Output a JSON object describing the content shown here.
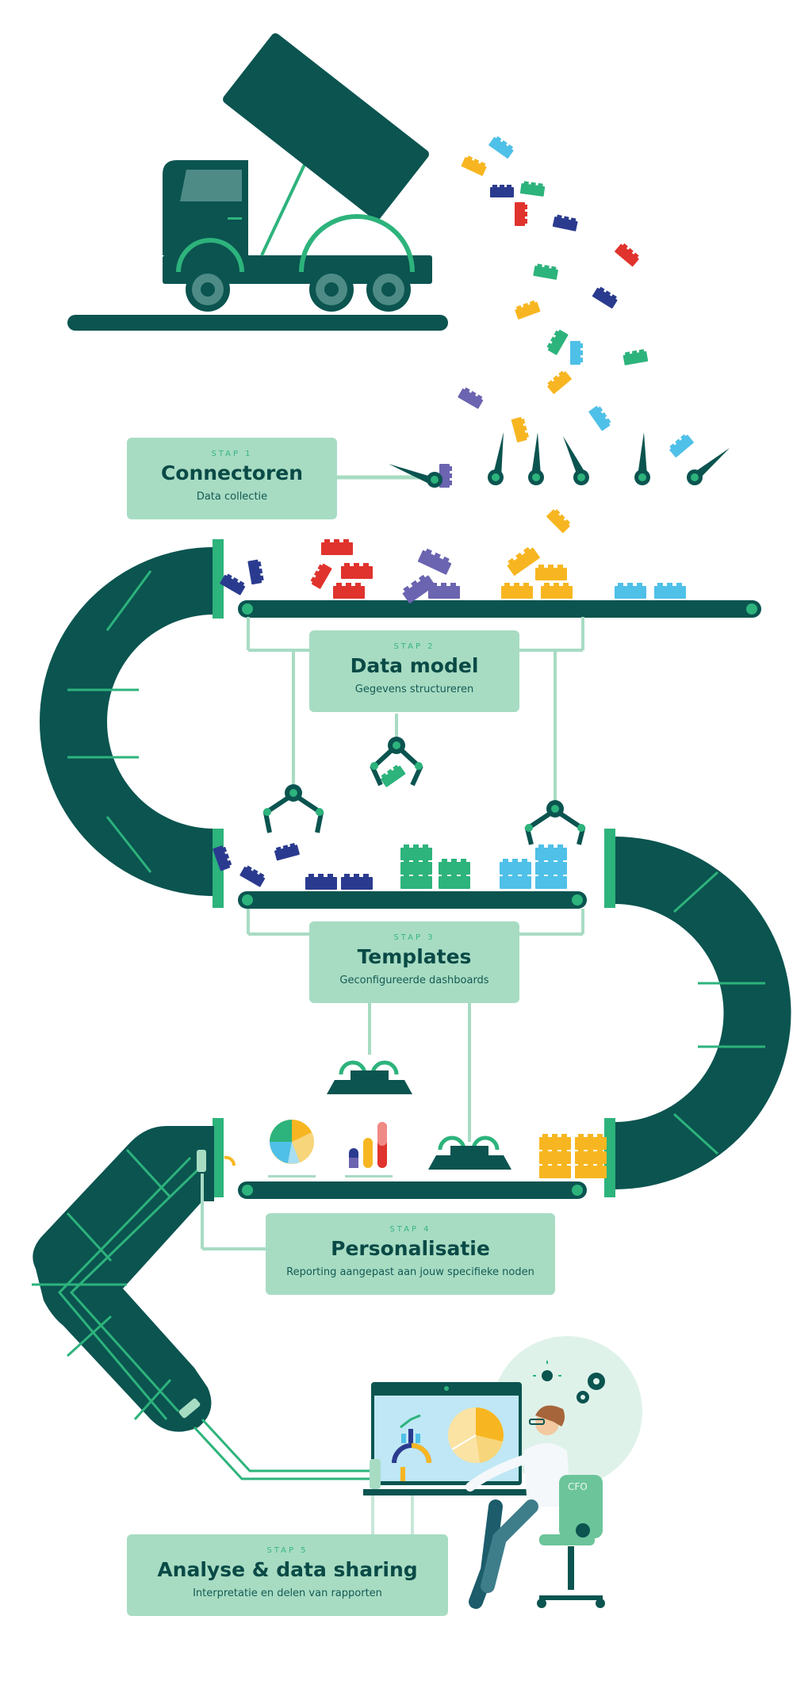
{
  "steps": [
    {
      "label": "STAP 1",
      "title": "Connectoren",
      "subtitle": "Data collectie"
    },
    {
      "label": "STAP 2",
      "title": "Data model",
      "subtitle": "Gegevens structureren"
    },
    {
      "label": "STAP 3",
      "title": "Templates",
      "subtitle": "Geconfigureerde dashboards"
    },
    {
      "label": "STAP 4",
      "title": "Personalisatie",
      "subtitle": "Reporting aangepast aan jouw specifieke noden"
    },
    {
      "label": "STAP 5",
      "title": "Analyse & data sharing",
      "subtitle": "Interpretatie en delen van rapporten"
    }
  ],
  "chair_label": "CFO",
  "colors": {
    "dark_teal": "#0b5450",
    "mid_green": "#2db37c",
    "light_green": "#a7dcc3",
    "red": "#e0332d",
    "navy": "#2a3b8f",
    "purple": "#6b64b0",
    "yellow": "#f7b621",
    "sky_blue": "#4fc0e8",
    "green_brick": "#2db37c"
  }
}
